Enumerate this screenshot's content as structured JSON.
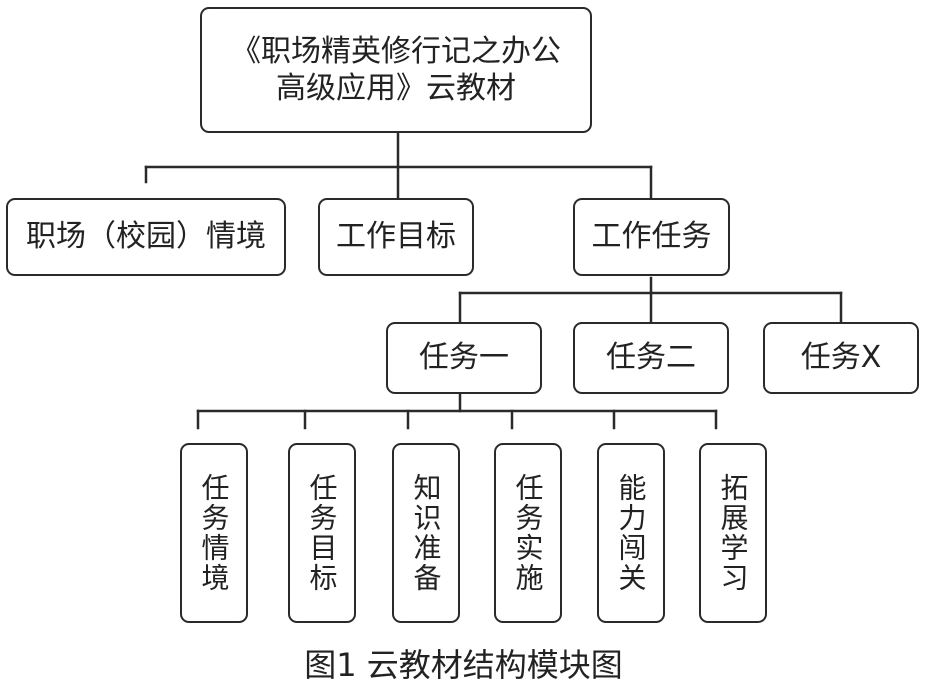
{
  "diagram": {
    "root": {
      "line1": "《职场精英修行记之办公",
      "line2": "高级应用》云教材"
    },
    "level1": [
      {
        "label": "职场（校园）情境"
      },
      {
        "label": "工作目标"
      },
      {
        "label": "工作任务"
      }
    ],
    "tasks": [
      {
        "label": "任务一"
      },
      {
        "label": "任务二"
      },
      {
        "label": "任务X"
      }
    ],
    "modules": [
      {
        "label": "任务情境"
      },
      {
        "label": "任务目标"
      },
      {
        "label": "知识准备"
      },
      {
        "label": "任务实施"
      },
      {
        "label": "能力闯关"
      },
      {
        "label": "拓展学习"
      }
    ]
  },
  "caption": "图1  云教材结构模块图"
}
